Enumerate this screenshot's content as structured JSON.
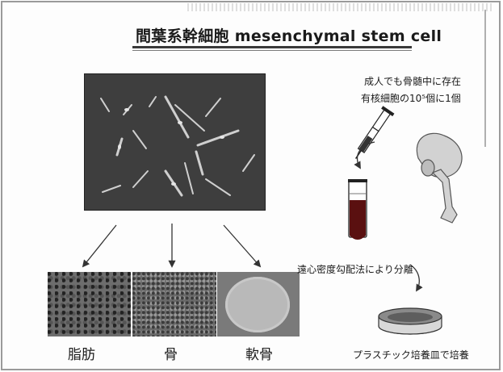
{
  "slide": {
    "title": "間葉系幹細胞 mesenchymal stem cell"
  },
  "notes": {
    "adult_line1": "成人でも骨髄中に存在",
    "adult_line2": "有核細胞の10⁵個に1個",
    "separation": "遠心密度勾配法により分離",
    "culture": "プラスチック培養皿で培養"
  },
  "differentiation": {
    "labels": [
      "脂肪",
      "骨",
      "軟骨"
    ]
  },
  "colors": {
    "blood": "#5a1010",
    "frame": "#9a9a9a"
  }
}
